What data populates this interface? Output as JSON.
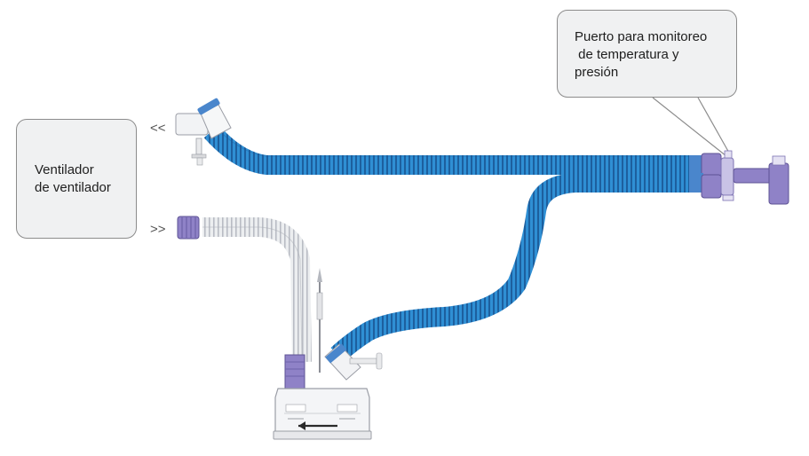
{
  "labels": {
    "ventilator": [
      "Ventilador",
      "de ventilador"
    ],
    "port": [
      "Puerto para monitoreo",
      " de temperatura y",
      "presión"
    ]
  },
  "arrows": {
    "outgoing": "<<",
    "incoming": ">>"
  },
  "colors": {
    "tube_blue": "#2f8fd4",
    "tube_dark": "#1d5f9e",
    "connector_purple": "#8f82c7",
    "corrugated_white": "#dcdde1",
    "callout_fill": "#f0f1f2",
    "callout_border": "#8c8c8c"
  },
  "icons": [
    "chamber-icon",
    "connector-icon",
    "y-piece-icon"
  ]
}
